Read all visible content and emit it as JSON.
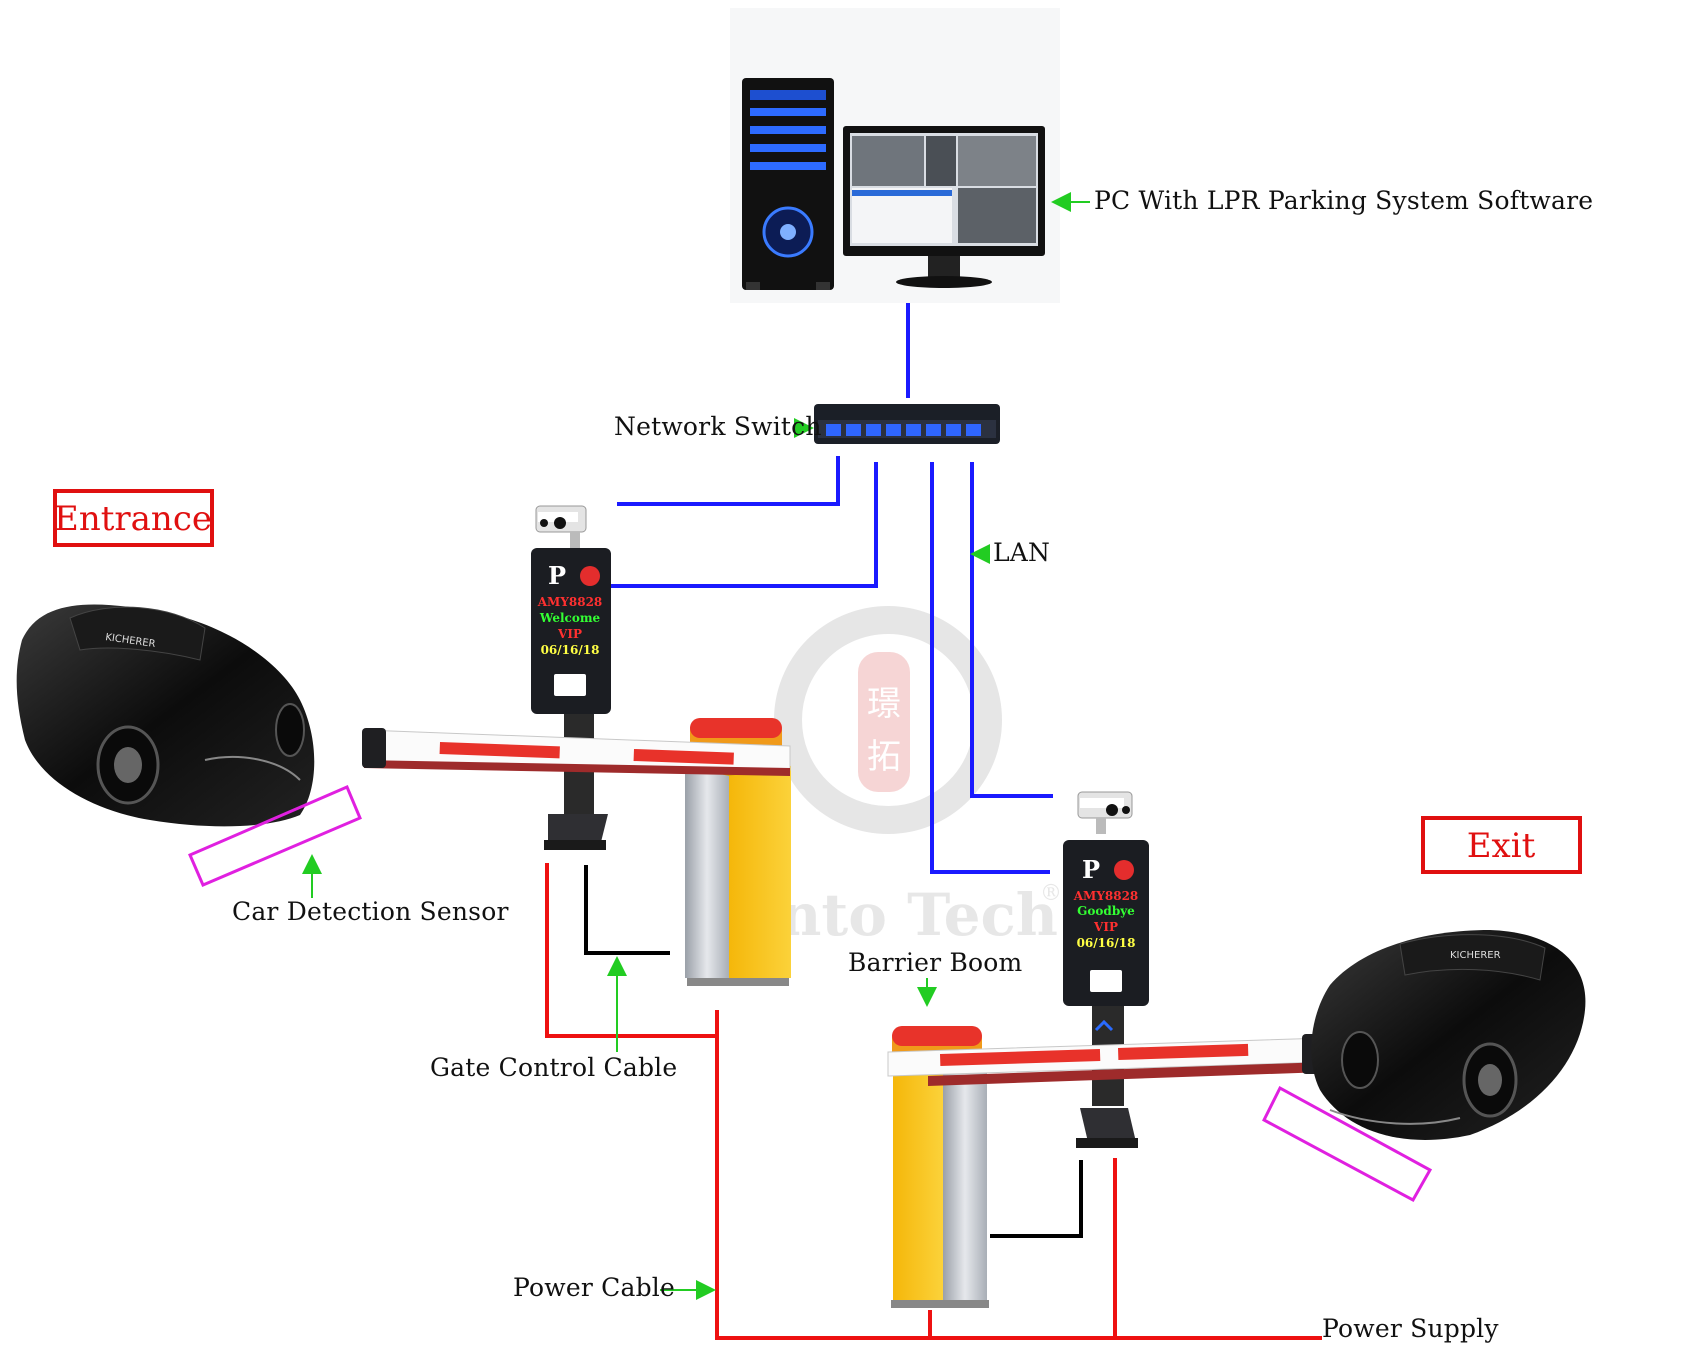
{
  "labels": {
    "pc": "PC With LPR Parking System Software",
    "network_switch": "Network Switch",
    "lan": "LAN",
    "entrance": "Entrance",
    "exit": "Exit",
    "car_sensor": "Car Detection Sensor",
    "gate_cable": "Gate Control Cable",
    "barrier_boom": "Barrier Boom",
    "power_cable": "Power Cable",
    "power_supply": "Power Supply"
  },
  "entrance_display": {
    "p": "P",
    "plate": "AMY8828",
    "message": "Welcome",
    "type": "VIP",
    "date": "06/16/18"
  },
  "exit_display": {
    "p": "P",
    "plate": "AMY8828",
    "message": "Goodbye",
    "type": "VIP",
    "date": "06/16/18"
  },
  "watermark": {
    "text": "Zento Tech",
    "mark": "®",
    "seal_chars": [
      "璟",
      "拓"
    ]
  },
  "colors": {
    "network_line": "#1a1aff",
    "power_line": "#ee1111",
    "control_line": "#000000",
    "pointer_arrow": "#22cc22",
    "sensor_outline": "#e020e0",
    "label_box": "#e01010",
    "barrier_yellow": "#f7c21a",
    "boom_stripe": "#e8322a"
  }
}
